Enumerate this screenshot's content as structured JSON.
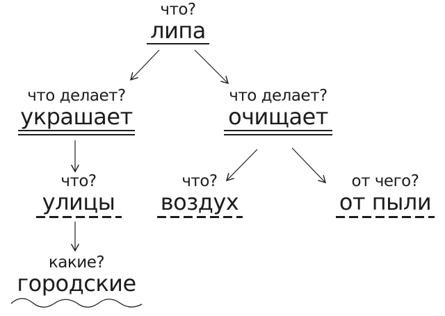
{
  "colors": {
    "ink": "#1c1c1c",
    "background": "#ffffff"
  },
  "diagram": {
    "type": "sentence-parsing-tree",
    "nodes": {
      "root": {
        "question": "что?",
        "word": "липа",
        "underline": "single"
      },
      "verb_left": {
        "question": "что делает?",
        "word": "украшает",
        "underline": "double"
      },
      "verb_right": {
        "question": "что делает?",
        "word": "очищает",
        "underline": "double"
      },
      "object_streets": {
        "question": "что?",
        "word": "улицы",
        "underline": "dashed"
      },
      "object_air": {
        "question": "что?",
        "word": "воздух",
        "underline": "dashed"
      },
      "object_dust": {
        "question": "от чего?",
        "word": "от пыли",
        "underline": "dashed"
      },
      "attribute_city": {
        "question": "какие?",
        "word": "городские",
        "underline": "wavy"
      }
    },
    "edges": [
      {
        "from": "липа",
        "to": "украшает"
      },
      {
        "from": "липа",
        "to": "очищает"
      },
      {
        "from": "украшает",
        "to": "улицы"
      },
      {
        "from": "улицы",
        "to": "городские"
      },
      {
        "from": "очищает",
        "to": "воздух"
      },
      {
        "from": "очищает",
        "to": "от пыли"
      }
    ]
  }
}
